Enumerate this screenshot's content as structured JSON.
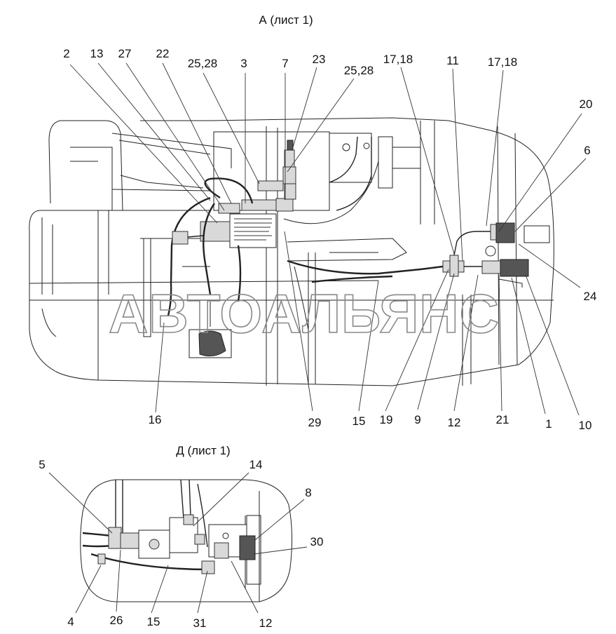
{
  "views": [
    {
      "title": "А (лист 1)",
      "labels": [
        "2",
        "13",
        "27",
        "22",
        "25,28",
        "3",
        "7",
        "23",
        "25,28",
        "17,18",
        "11",
        "17,18",
        "20",
        "6",
        "24",
        "16",
        "29",
        "15",
        "19",
        "9",
        "12",
        "21",
        "1",
        "10"
      ]
    },
    {
      "title": "Д (лист 1)",
      "labels": [
        "5",
        "14",
        "8",
        "30",
        "4",
        "26",
        "15",
        "31",
        "12"
      ]
    }
  ],
  "watermark": "АВТОАЛЬЯНС"
}
